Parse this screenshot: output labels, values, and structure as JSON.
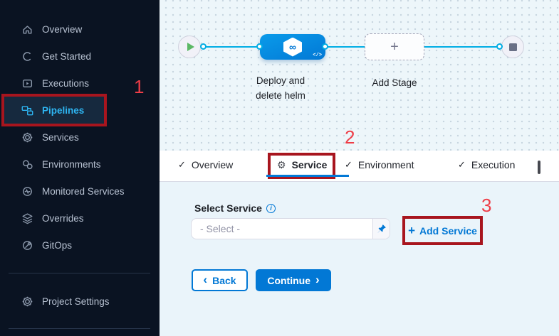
{
  "sidebar": {
    "items": [
      {
        "label": "Overview"
      },
      {
        "label": "Get Started"
      },
      {
        "label": "Executions"
      },
      {
        "label": "Pipelines",
        "active": true
      },
      {
        "label": "Services"
      },
      {
        "label": "Environments"
      },
      {
        "label": "Monitored Services"
      },
      {
        "label": "Overrides"
      },
      {
        "label": "GitOps"
      }
    ],
    "footer_item": {
      "label": "Project Settings"
    }
  },
  "canvas": {
    "stage_label": "Deploy and delete helm",
    "add_stage_label": "Add Stage"
  },
  "tabs": [
    {
      "label": "Overview",
      "icon": "check"
    },
    {
      "label": "Service",
      "icon": "gear",
      "active": true
    },
    {
      "label": "Environment",
      "icon": "check"
    },
    {
      "label": "Execution",
      "icon": "check"
    }
  ],
  "form": {
    "select_label": "Select Service",
    "select_value": "- Select -",
    "add_service_label": "Add Service",
    "back_label": "Back",
    "continue_label": "Continue"
  },
  "annotations": {
    "one": "1",
    "two": "2",
    "three": "3"
  },
  "icons": {
    "check": "✓",
    "gear": "⚙",
    "plus": "+",
    "info": "i",
    "chevron_left": "‹",
    "chevron_right": "›",
    "code": "</>",
    "infinity": "∞",
    "add_stage_plus": "+"
  },
  "colors": {
    "primary_blue": "#0278d5",
    "connector_cyan": "#00ade4",
    "annotation_box_red": "#a8151e",
    "annotation_number_red": "#ee3d47",
    "sidebar_bg": "#0a1322",
    "active_nav_cyan": "#2eb6f3",
    "play_green": "#5cb865",
    "canvas_bg": "#edf6fa"
  }
}
